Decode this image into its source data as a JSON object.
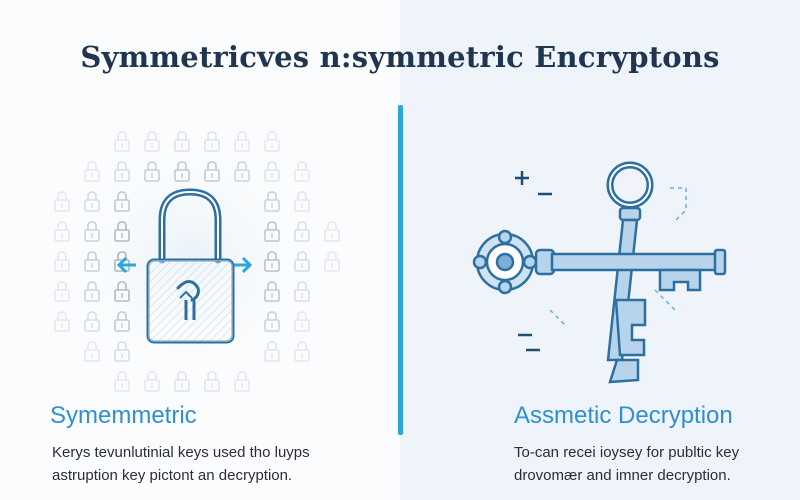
{
  "title": "Symmetricves n:symmetric Encryptons",
  "colors": {
    "accent": "#2aa6dc",
    "heading": "#2f8fd0",
    "title": "#1f3550",
    "key": "#7aaed9",
    "lock": "#2d6fa0"
  },
  "symmetric": {
    "heading": "Symemmetric",
    "desc_line1": "Kerys tevunlutinial keys used tho luyps",
    "desc_line2": "astruption key pictont an decryption.",
    "icons": [
      "padlock-icon",
      "arrow-left-icon",
      "arrow-right-icon",
      "padlock-grid"
    ]
  },
  "asymmetric": {
    "heading": "Assmetic Decryption",
    "desc_line1": "To-can recei ioysey for publtic key",
    "desc_line2": "drovomær and imner decryption.",
    "icons": [
      "ornate-key-icon",
      "crossed-key-icon",
      "plus-minus-icon"
    ]
  }
}
